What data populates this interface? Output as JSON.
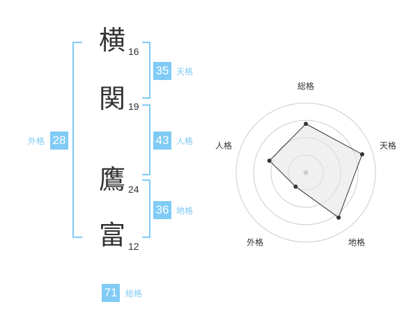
{
  "name": {
    "characters": [
      {
        "char": "横",
        "strokes": "16"
      },
      {
        "char": "関",
        "strokes": "19"
      },
      {
        "char": "鷹",
        "strokes": "24"
      },
      {
        "char": "富",
        "strokes": "12"
      }
    ]
  },
  "fortunes": {
    "tenkaku": {
      "value": "35",
      "label": "天格"
    },
    "jinkaku": {
      "value": "43",
      "label": "人格"
    },
    "chikaku": {
      "value": "36",
      "label": "地格"
    },
    "gaikaku": {
      "value": "28",
      "label": "外格"
    },
    "soukaku": {
      "value": "71",
      "label": "総格"
    }
  },
  "colors": {
    "accent": "#7fcbf5",
    "text": "#333333",
    "grid": "#cccccc"
  },
  "chart_data": {
    "type": "radar",
    "axes": [
      "総格",
      "天格",
      "地格",
      "外格",
      "人格"
    ],
    "values": [
      0.7,
      0.85,
      0.8,
      0.25,
      0.55
    ],
    "max": 1,
    "rings": 4
  }
}
